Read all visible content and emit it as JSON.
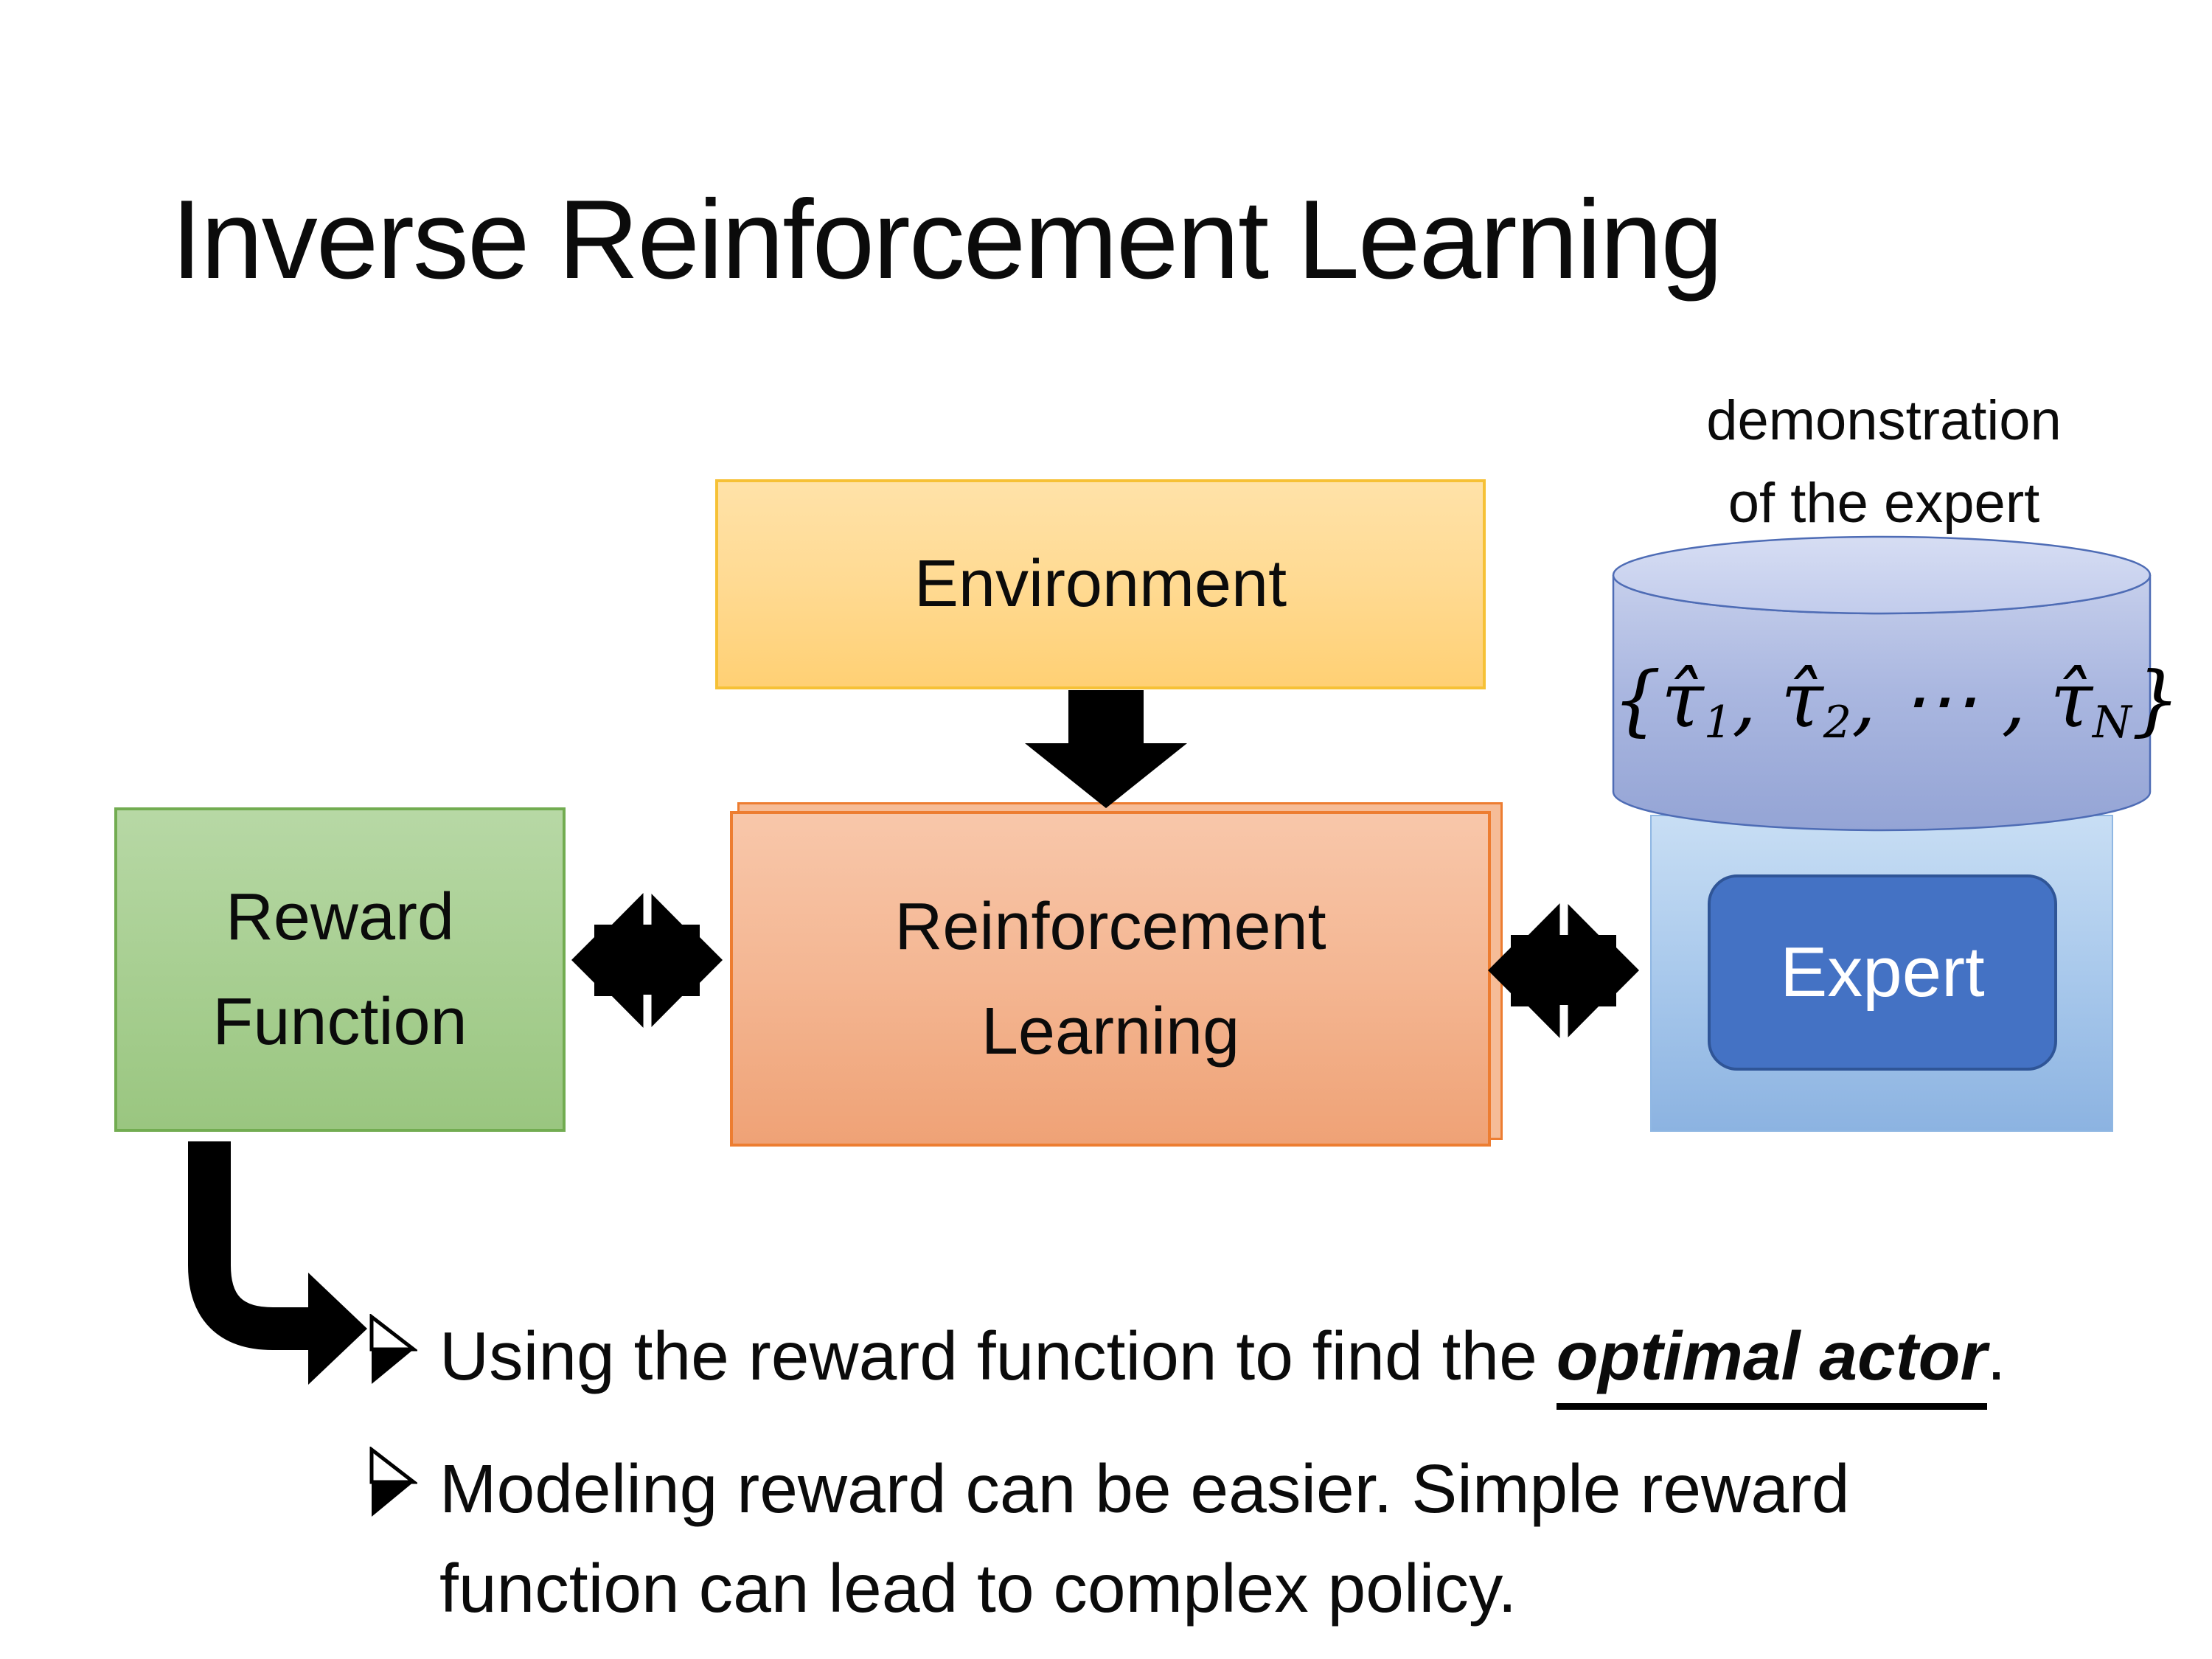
{
  "slide": {
    "title": "Inverse Reinforcement Learning",
    "background_color": "#FFFFFF"
  },
  "diagram": {
    "environment": {
      "label": "Environment",
      "fill_top": "#FFE2A8",
      "fill_bottom": "#FFD074",
      "border_color": "#F6C136"
    },
    "reward_function": {
      "label_line1": "Reward",
      "label_line2": "Function",
      "fill_top": "#B7D8A5",
      "fill_bottom": "#9AC680",
      "border_color": "#72AC51"
    },
    "reinforcement_learning": {
      "label_line1": "Reinforcement",
      "label_line2": "Learning",
      "fill_top": "#F8C7AA",
      "fill_bottom": "#EFA276",
      "border_color": "#ED7D31"
    },
    "expert": {
      "label": "Expert",
      "fill": "#4472C4",
      "border_color": "#2F5597",
      "text_color": "#FFFFFF",
      "container_fill_top": "#C8DEF4",
      "container_fill_bottom": "#8CB3E1"
    },
    "demonstration_caption": {
      "line1": "demonstration",
      "line2": "of the expert"
    },
    "trajectory_formula": {
      "open": "{",
      "tau1": "τ̂",
      "sub1": "1",
      "sep1": ", ",
      "tau2": "τ̂",
      "sub2": "2",
      "sep2": ", ⋯ , ",
      "tau3": "τ̂",
      "subN": "N",
      "close": "}"
    },
    "cylinder_colors": {
      "body_top": "#C6CFEC",
      "body_bottom": "#94A4D5",
      "outline": "#4E6CB5"
    },
    "arrow_color": "#000000"
  },
  "bullets": {
    "first": {
      "text_before": "Using the reward function to find the ",
      "emphasis": "optimal actor",
      "text_after": "."
    },
    "second": {
      "lines": [
        "Modeling reward can be easier. Simple reward",
        "function can lead to complex policy."
      ]
    }
  }
}
